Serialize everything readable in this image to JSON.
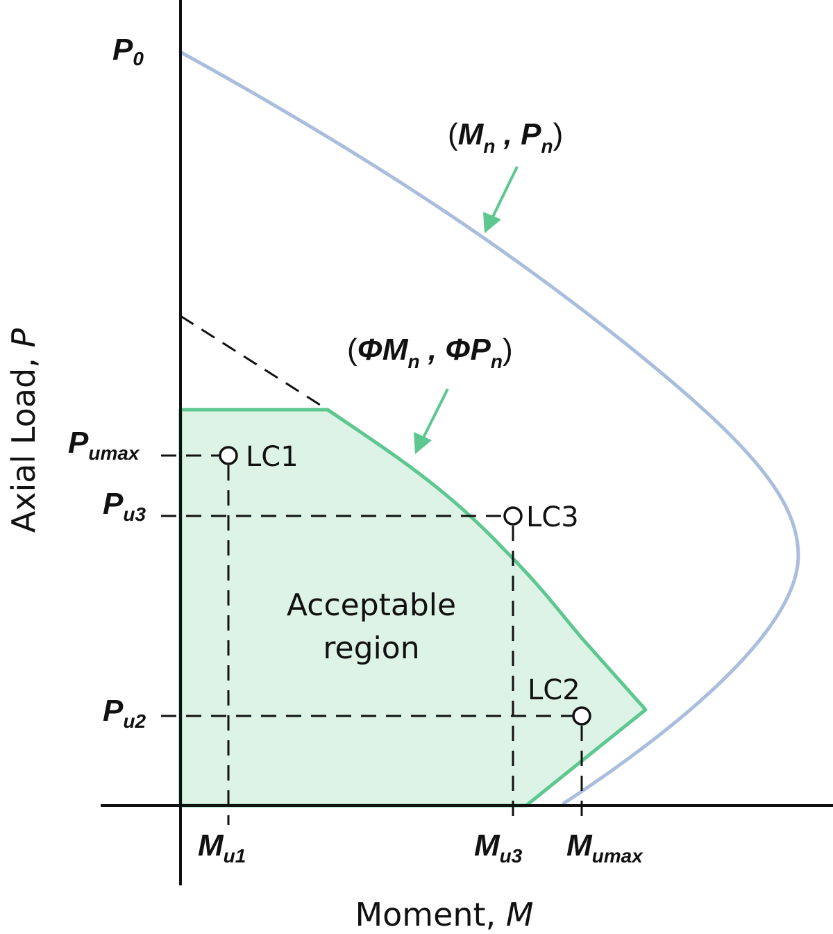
{
  "diagram": {
    "x_axis_label": "Moment, ",
    "x_axis_symbol": "M",
    "y_axis_label": "Axial Load, ",
    "y_axis_symbol": "P",
    "nominal_curve_label": {
      "open": "(",
      "m": "M",
      "msub": "n",
      "sep": " , ",
      "p": "P",
      "psub": "n",
      "close": ")"
    },
    "design_curve_label": {
      "open": "(",
      "m": "ΦM",
      "msub": "n",
      "sep": " , ",
      "p": "ΦP",
      "psub": "n",
      "close": ")"
    },
    "region_label_line1": "Acceptable",
    "region_label_line2": "region",
    "y_ticks": {
      "p0": {
        "main": "P",
        "sub": "0"
      },
      "pumax": {
        "main": "P",
        "sub": "umax"
      },
      "pu3": {
        "main": "P",
        "sub": "u3"
      },
      "pu2": {
        "main": "P",
        "sub": "u2"
      }
    },
    "x_ticks": {
      "mu1": {
        "main": "M",
        "sub": "u1"
      },
      "mu3": {
        "main": "M",
        "sub": "u3"
      },
      "mumax": {
        "main": "M",
        "sub": "umax"
      }
    },
    "load_cases": {
      "lc1": "LC1",
      "lc2": "LC2",
      "lc3": "LC3"
    },
    "colors": {
      "nominal_curve": "#a9bddd",
      "design_boundary": "#5cc78f",
      "region_fill": "#dcf3e5",
      "arrow": "#5cc78f",
      "axis": "#111111"
    }
  }
}
